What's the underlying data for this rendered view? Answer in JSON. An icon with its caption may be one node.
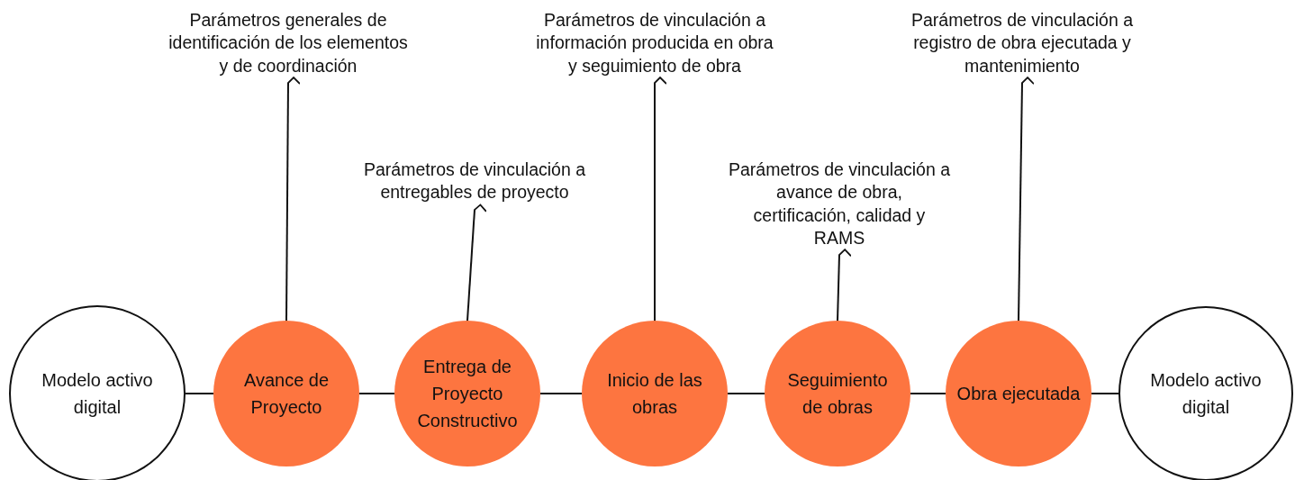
{
  "diagram": {
    "nodes": [
      {
        "text": [
          "Modelo activo digital"
        ]
      },
      {
        "text": [
          "Avance de Proyecto"
        ]
      },
      {
        "text": [
          "Entrega de Proyecto Constructivo"
        ]
      },
      {
        "text": [
          "Inicio de las obras"
        ]
      },
      {
        "text": [
          "Seguimiento de obras"
        ]
      },
      {
        "text": [
          "Obra ejecutada"
        ]
      },
      {
        "text": [
          "Modelo activo digital"
        ]
      },
      {
        "text": [
          "Parámetros generales de identificación de los elementos y de coordinación"
        ]
      },
      {
        "text": [
          "Parámetros de vinculación a entregables de proyecto"
        ]
      },
      {
        "text": [
          "Parámetros de vinculación a información producida en obra y seguimiento de obra"
        ]
      },
      {
        "text": [
          "Parámetros de vinculación a avance de obra, certificación, calidad y RAMS"
        ]
      },
      {
        "text": [
          "Parámetros de vinculación a registro de obra ejecutada y mantenimiento"
        ]
      }
    ],
    "edges": [
      {
        "from": 0,
        "to": 1,
        "arrow": "none"
      },
      {
        "from": 1,
        "to": 2,
        "arrow": "none"
      },
      {
        "from": 2,
        "to": 3,
        "arrow": "none"
      },
      {
        "from": 3,
        "to": 4,
        "arrow": "none"
      },
      {
        "from": 4,
        "to": 5,
        "arrow": "none"
      },
      {
        "from": 5,
        "to": 6,
        "arrow": "none"
      },
      {
        "from": 1,
        "to": 7,
        "arrow": "to"
      },
      {
        "from": 2,
        "to": 8,
        "arrow": "to"
      },
      {
        "from": 3,
        "to": 9,
        "arrow": "to"
      },
      {
        "from": 4,
        "to": 10,
        "arrow": "to"
      },
      {
        "from": 5,
        "to": 11,
        "arrow": "to"
      }
    ]
  }
}
